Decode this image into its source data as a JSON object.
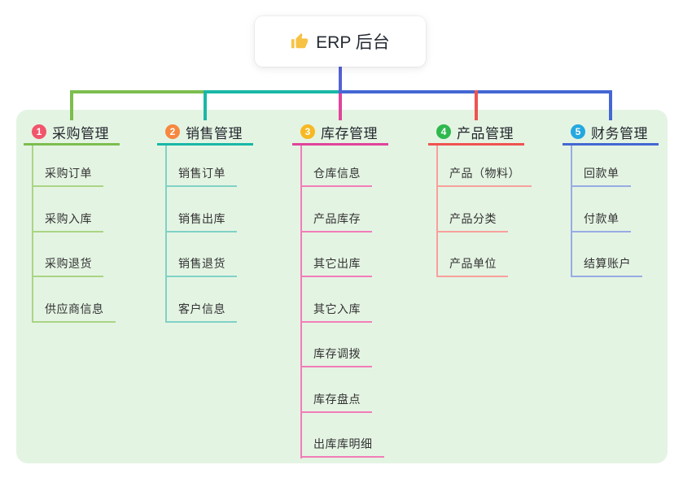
{
  "root": {
    "title": "ERP 后台",
    "icon": "thumbs-up-icon"
  },
  "colors": {
    "root_line": "#5561D5",
    "panel_bg": "#E4F4E3",
    "title_text": "#23272E",
    "child_text": "#333333",
    "icon_yellow": "#F7C244"
  },
  "branches": [
    {
      "badge": "1",
      "title": "采购管理",
      "colors": {
        "line": "#7CBE4E",
        "light": "#A9D584",
        "badge": "#F1556C"
      },
      "children": [
        "采购订单",
        "采购入库",
        "采购退货",
        "供应商信息"
      ]
    },
    {
      "badge": "2",
      "title": "销售管理",
      "colors": {
        "line": "#19B8A6",
        "light": "#7FD2C6",
        "badge": "#F6883F"
      },
      "children": [
        "销售订单",
        "销售出库",
        "销售退货",
        "客户信息"
      ]
    },
    {
      "badge": "3",
      "title": "库存管理",
      "colors": {
        "line": "#E0449A",
        "light": "#F27DB9",
        "badge": "#F7B824"
      },
      "children": [
        "仓库信息",
        "产品库存",
        "其它出库",
        "其它入库",
        "库存调拨",
        "库存盘点",
        "出库库明细"
      ]
    },
    {
      "badge": "4",
      "title": "产品管理",
      "colors": {
        "line": "#EF5350",
        "light": "#F8A09B",
        "badge": "#2EB84E"
      },
      "children": [
        "产品（物料）",
        "产品分类",
        "产品单位"
      ]
    },
    {
      "badge": "5",
      "title": "财务管理",
      "colors": {
        "line": "#4467D2",
        "light": "#97ACE3",
        "badge": "#25A8E0"
      },
      "children": [
        "回款单",
        "付款单",
        "结算账户"
      ]
    }
  ]
}
